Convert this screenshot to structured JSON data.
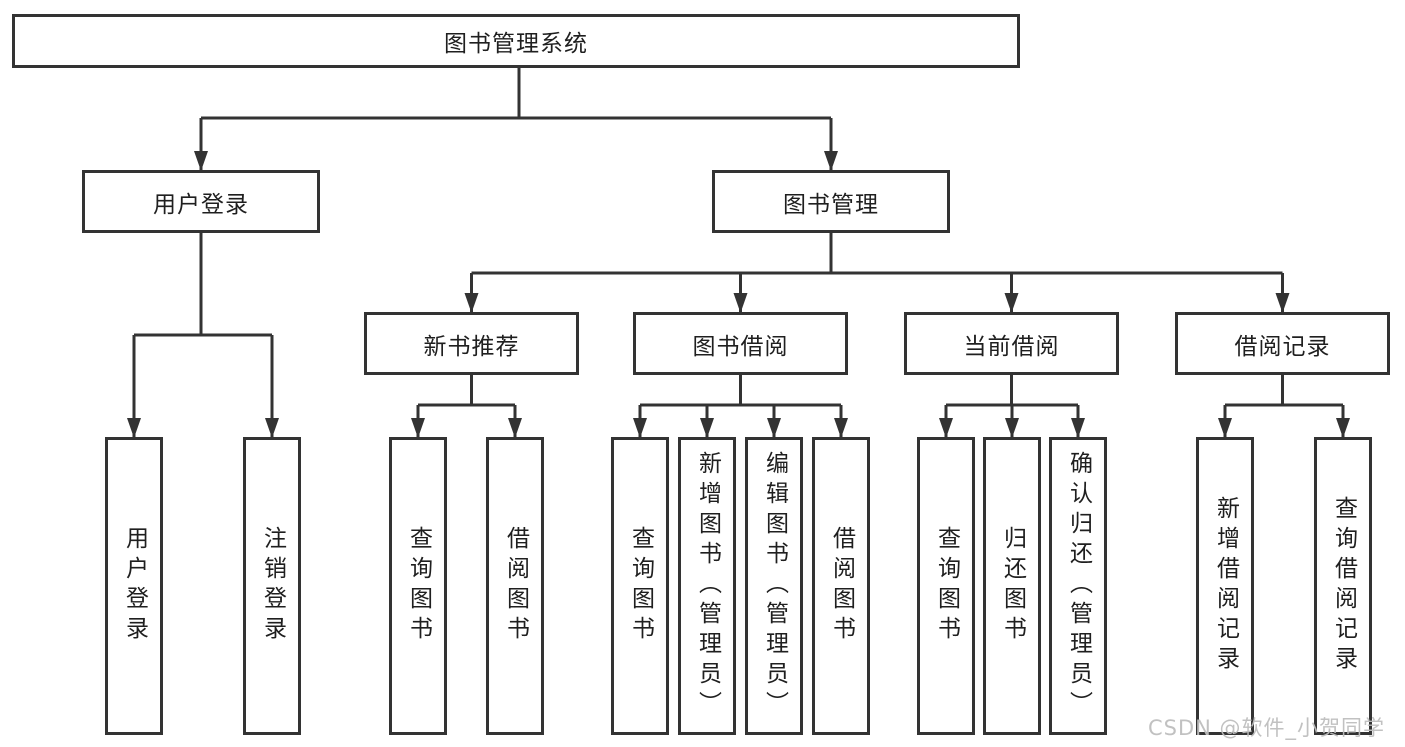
{
  "tree": {
    "root": {
      "label": "图书管理系统",
      "children": [
        {
          "label": "用户登录",
          "children": [
            {
              "label": "用户登录"
            },
            {
              "label": "注销登录"
            }
          ]
        },
        {
          "label": "图书管理",
          "children": [
            {
              "label": "新书推荐",
              "children": [
                {
                  "label": "查询图书"
                },
                {
                  "label": "借阅图书"
                }
              ]
            },
            {
              "label": "图书借阅",
              "children": [
                {
                  "label": "查询图书"
                },
                {
                  "label": "新增图书（管理员）"
                },
                {
                  "label": "编辑图书（管理员）"
                },
                {
                  "label": "借阅图书"
                }
              ]
            },
            {
              "label": "当前借阅",
              "children": [
                {
                  "label": "查询图书"
                },
                {
                  "label": "归还图书"
                },
                {
                  "label": "确认归还（管理员）"
                }
              ]
            },
            {
              "label": "借阅记录",
              "children": [
                {
                  "label": "新增借阅记录"
                },
                {
                  "label": "查询借阅记录"
                }
              ]
            }
          ]
        }
      ]
    }
  },
  "watermark": {
    "text": "CSDN @软件_小贺同学",
    "color": "#bebebe"
  },
  "colors": {
    "line": "#333333",
    "box_border": "#333333",
    "box_fill": "#ffffff",
    "text": "#1f1f1f",
    "background": "#ffffff"
  }
}
